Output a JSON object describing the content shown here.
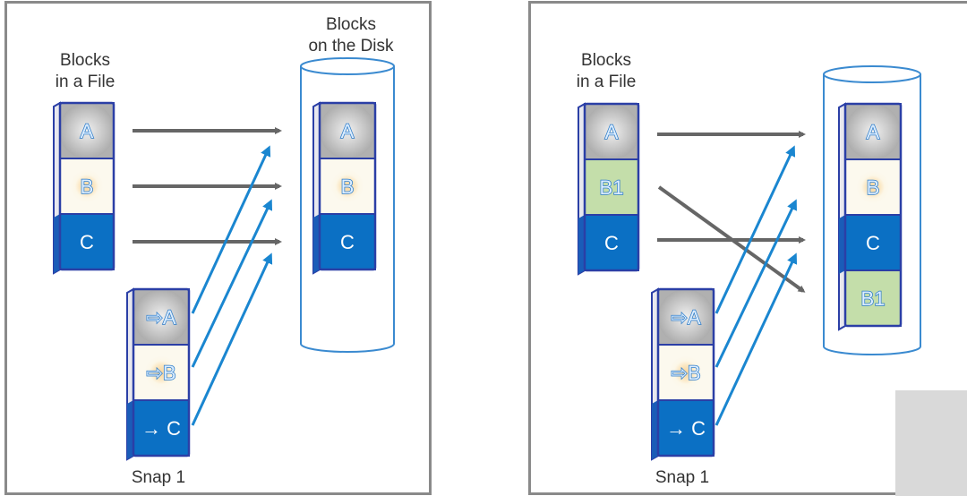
{
  "left_panel": {
    "file_label": [
      "Blocks",
      "in a File"
    ],
    "disk_label": [
      "Blocks",
      "on the Disk"
    ],
    "snap_label": "Snap 1",
    "file_blocks": [
      {
        "label": "A",
        "type": "gray"
      },
      {
        "label": "B",
        "type": "cream"
      },
      {
        "label": "C",
        "type": "blue"
      }
    ],
    "disk_blocks": [
      {
        "label": "A",
        "type": "gray"
      },
      {
        "label": "B",
        "type": "cream"
      },
      {
        "label": "C",
        "type": "blue"
      }
    ],
    "snap_blocks": [
      {
        "label": "⇨A",
        "type": "gray"
      },
      {
        "label": "⇨B",
        "type": "cream"
      },
      {
        "label": "→ C",
        "type": "blue"
      }
    ]
  },
  "right_panel": {
    "file_label": [
      "Blocks",
      "in a File"
    ],
    "snap_label": "Snap 1",
    "file_blocks": [
      {
        "label": "A",
        "type": "gray"
      },
      {
        "label": "B1",
        "type": "green"
      },
      {
        "label": "C",
        "type": "blue"
      }
    ],
    "disk_blocks": [
      {
        "label": "A",
        "type": "gray"
      },
      {
        "label": "B",
        "type": "cream"
      },
      {
        "label": "C",
        "type": "blue"
      },
      {
        "label": "B1",
        "type": "green"
      }
    ],
    "snap_blocks": [
      {
        "label": "⇨A",
        "type": "gray"
      },
      {
        "label": "⇨B",
        "type": "cream"
      },
      {
        "label": "→ C",
        "type": "blue"
      }
    ]
  },
  "colors": {
    "gray": "#b4b4b4",
    "cream": "#fbf6e6",
    "blue": "#0b70c4",
    "green": "#c4deaa",
    "outline": "#2b3fa6",
    "file_arrow": "#666666",
    "snap_arrow": "#1a86d0",
    "cylinder": "#3a8ad0"
  }
}
